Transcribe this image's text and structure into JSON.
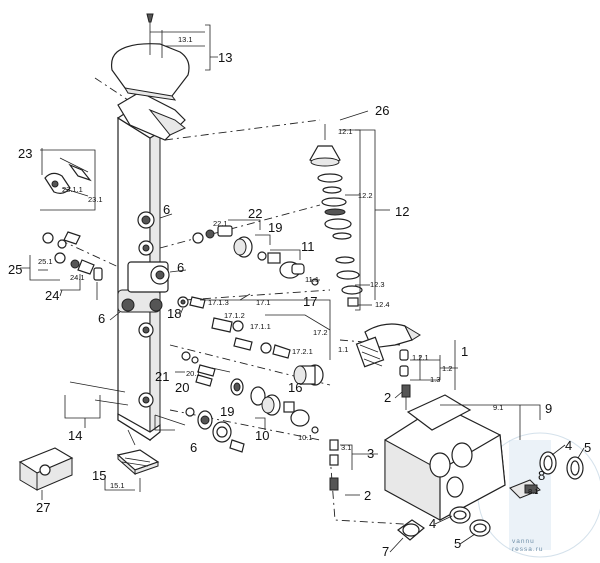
{
  "labels": {
    "l1": "1",
    "l1_1": "1.1",
    "l1_2": "1.2",
    "l1_2_1": "1.2.1",
    "l1_3": "1.3",
    "l2a": "2",
    "l2b": "2",
    "l3": "3",
    "l3_1": "3.1",
    "l4a": "4",
    "l4b": "4",
    "l5a": "5",
    "l5b": "5",
    "l6a": "6",
    "l6b": "6",
    "l6c": "6",
    "l6d": "6",
    "l7": "7",
    "l8": "8",
    "l8_1": "8.1",
    "l9": "9",
    "l9_1": "9.1",
    "l10": "10",
    "l10_1": "10.1",
    "l11": "11",
    "l11_1": "11.1",
    "l12": "12",
    "l12_1": "12.1",
    "l12_2": "12.2",
    "l12_3": "12.3",
    "l12_4": "12.4",
    "l13": "13",
    "l13_1": "13.1",
    "l14": "14",
    "l15": "15",
    "l15_1": "15.1",
    "l16": "16",
    "l17": "17",
    "l17_1": "17.1",
    "l17_1_1": "17.1.1",
    "l17_1_2": "17.1.2",
    "l17_1_3": "17.1.3",
    "l17_2": "17.2",
    "l17_2_1": "17.2.1",
    "l18": "18",
    "l19a": "19",
    "l19b": "19",
    "l20": "20",
    "l20_1": "20.1",
    "l21": "21",
    "l22": "22",
    "l22_1": "22.1",
    "l23": "23",
    "l23_1": "23.1",
    "l23_1_1": "23.1.1",
    "l24": "24",
    "l24_1": "24.1",
    "l25": "25",
    "l25_1": "25.1",
    "l26": "26",
    "l27": "27"
  },
  "watermark": {
    "line1": "vannu",
    "line2": "ressa.ru"
  },
  "colors": {
    "ink": "#222222",
    "watermark": "#6f8fa8"
  }
}
